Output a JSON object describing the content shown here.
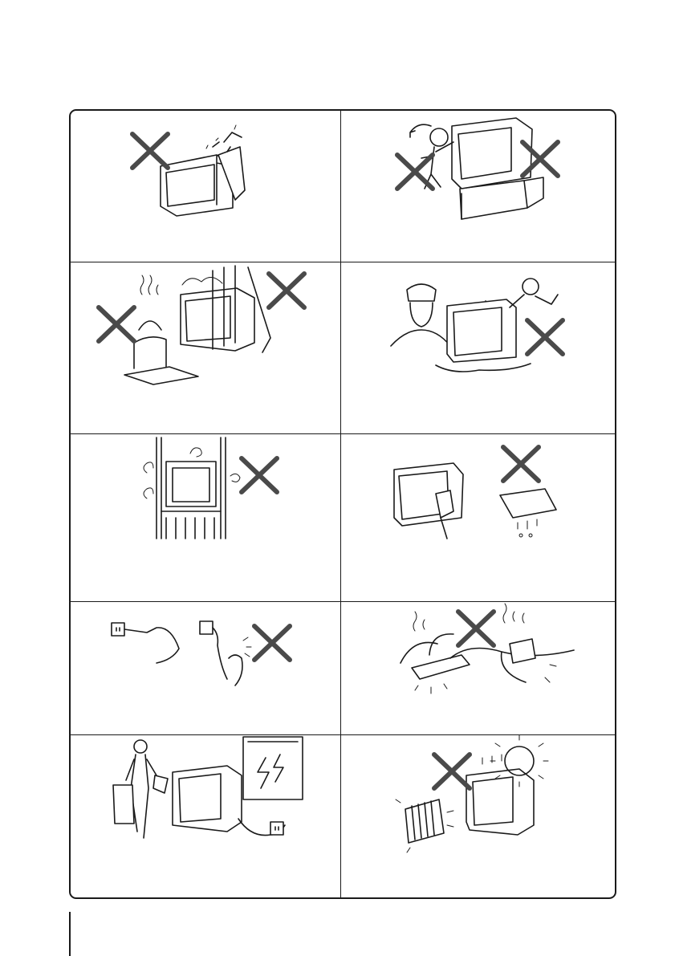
{
  "page": {
    "accent_color": "#4a4a4a",
    "line_color": "#1a1a1a",
    "background": "#ffffff"
  },
  "panels": [
    {
      "id": "p1",
      "illustration": "tv-vent-objects-warning",
      "prohibited": true
    },
    {
      "id": "p2",
      "illustration": "child-climbing-tv-warning",
      "prohibited": true
    },
    {
      "id": "p3",
      "illustration": "humidifier-curtain-warning",
      "prohibited": true
    },
    {
      "id": "p4",
      "illustration": "liquid-spill-service-warning",
      "prohibited": true
    },
    {
      "id": "p5",
      "illustration": "enclosed-shelf-ventilation-warning",
      "prohibited": true
    },
    {
      "id": "p6",
      "illustration": "dry-cloth-cleaning-warning",
      "prohibited": true
    },
    {
      "id": "p7",
      "illustration": "unplug-by-plug-warning",
      "prohibited": true
    },
    {
      "id": "p8",
      "illustration": "overloaded-outlet-warning",
      "prohibited": true
    },
    {
      "id": "p9",
      "illustration": "unplug-when-away-lightning",
      "prohibited": false
    },
    {
      "id": "p10",
      "illustration": "heat-source-sunlight-warning",
      "prohibited": true
    }
  ],
  "icons": {
    "prohibited": "x-mark-icon",
    "tv": "crt-tv-icon",
    "plug": "power-plug-icon",
    "sun": "sun-icon",
    "lightning": "lightning-icon"
  }
}
